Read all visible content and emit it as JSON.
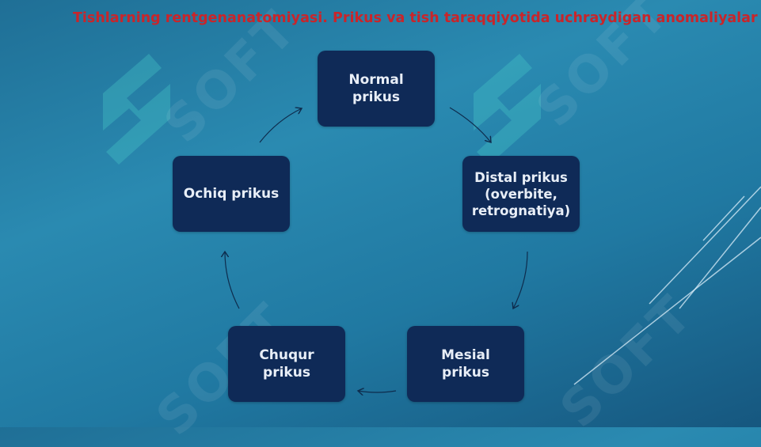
{
  "title": "Tishlarning rentgenanatomiyasi. Prikus va tish taraqqiyotida uchraydigan anomaliyalar",
  "watermark_text": "SOFT",
  "diagram": {
    "nodes": [
      {
        "id": "normal",
        "label": "Normal prikus"
      },
      {
        "id": "distal",
        "label": "Distal prikus (overbite, retrognatiya)"
      },
      {
        "id": "mesial",
        "label": "Mesial prikus"
      },
      {
        "id": "chuqur",
        "label": "Chuqur prikus"
      },
      {
        "id": "ochiq",
        "label": "Ochiq prikus"
      }
    ],
    "edges": [
      {
        "from": "normal",
        "to": "distal"
      },
      {
        "from": "distal",
        "to": "mesial"
      },
      {
        "from": "mesial",
        "to": "chuqur"
      },
      {
        "from": "chuqur",
        "to": "ochiq"
      },
      {
        "from": "ochiq",
        "to": "normal"
      }
    ]
  },
  "colors": {
    "node_fill": "#0f2a57",
    "node_text": "#e8eef7",
    "title": "#c9252a",
    "arrow": "#0e2c4d"
  }
}
